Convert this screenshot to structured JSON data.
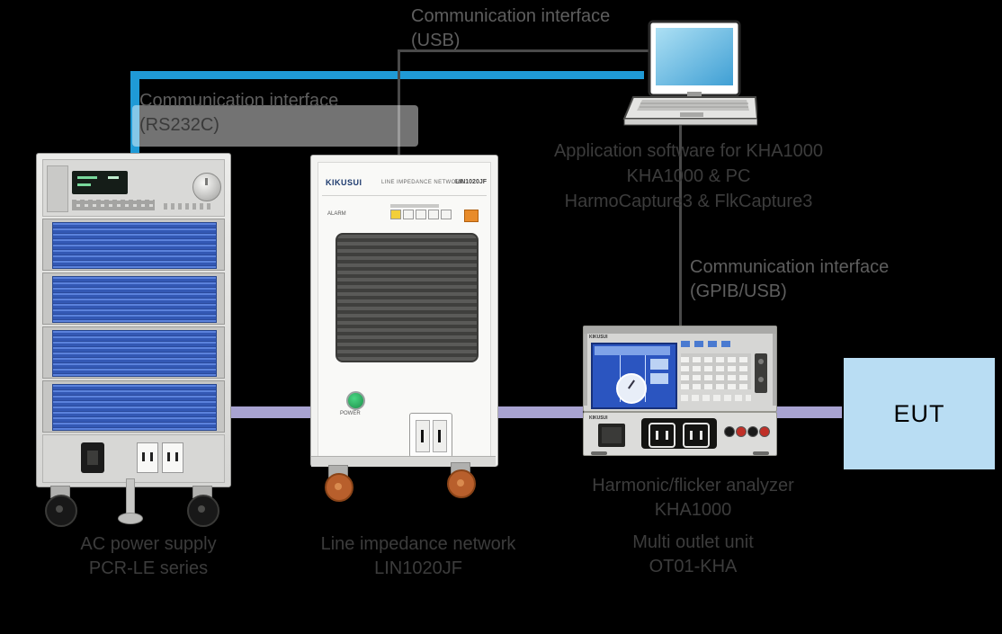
{
  "background": "#000000",
  "colors": {
    "usb_cable_blue": "#1f9ad6",
    "ac_line_purple": "#a8a3d1",
    "connector_gray": "#4a4a4a",
    "eut_fill": "#b9ddf3",
    "label_gray": "#5e5e5e",
    "label_dark": "#3c3c3c"
  },
  "labels": {
    "comm_top": {
      "line1": "Communication interface",
      "line2": "(USB)"
    },
    "comm_left": {
      "line1": "Communication interface",
      "line2": "(RS232C)"
    },
    "comm_right": {
      "line1": "Communication interface",
      "line2": "(GPIB/USB)"
    },
    "software": {
      "line1": "Application software for KHA1000",
      "line2": "KHA1000 & PC",
      "line3": "HarmoCapture3 & FlkCapture3"
    },
    "ac_source": {
      "line1": "AC power supply",
      "line2": "PCR-LE series"
    },
    "impedance_network": {
      "line1": "Line impedance network",
      "line2": "LIN1020JF"
    },
    "analyzer": {
      "line1": "Harmonic/flicker analyzer",
      "line2": "KHA1000"
    },
    "outlet_unit": {
      "line1": "Multi outlet unit",
      "line2": "OT01-KHA"
    },
    "eut": "EUT"
  },
  "devices": {
    "lin": {
      "brand": "KIKUSUI",
      "panel_title": "LINE IMPEDANCE NETWORK",
      "model": "LIN1020JF",
      "alarm_label": "ALARM",
      "power_label": "POWER"
    },
    "kha": {
      "brand": "KIKUSUI"
    },
    "outlet": {
      "brand": "KIKUSUI"
    }
  }
}
